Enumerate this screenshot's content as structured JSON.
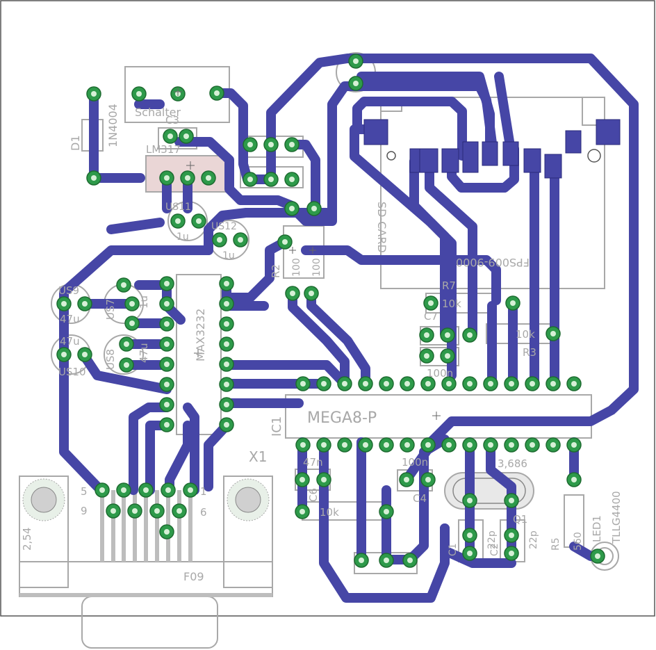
{
  "labels": {
    "schalter": "Schalter",
    "d1": "D1",
    "d1_value": "1N4004",
    "c3": "C3",
    "lm317": "LM317",
    "ust1": "US11",
    "ust2": "US12",
    "ust1_val": "1u",
    "ust2_val": "1u",
    "r2": "R2",
    "r2_val": "100",
    "r2b_val": "100",
    "us9": "US9",
    "us9_val": "47u",
    "us7": "US7",
    "us7_val": "1u",
    "us8": "US8",
    "us8_val": "47u",
    "us10": "US10",
    "us10_val": "47u",
    "max3232": "MAX3232",
    "sdcard": "SD-CARD",
    "fps": "FPS009-9000",
    "r7": "R7",
    "r7_val": "10k",
    "c7": "C7",
    "r3": "R3",
    "r3_val": "10k",
    "c8_val": "100n",
    "ic1": "IC1",
    "mega8": "MEGA8-P",
    "x1": "X1",
    "pin5": "5",
    "pin1": "1",
    "pin9": "9",
    "pin6": "6",
    "c4_val": "100n",
    "c4": "C4",
    "c6_val": "47n",
    "c6": "C6",
    "r1_val": "10k",
    "q1_val": "3,686",
    "q1": "Q1",
    "c1": "C1",
    "c1_val": "22p",
    "c2": "C2",
    "c2_val": "22p",
    "r5": "R5",
    "r5_val": "560",
    "led1": "LED1",
    "led_val": "TLLG4400",
    "pitch": "2,54",
    "f09": "F09"
  }
}
